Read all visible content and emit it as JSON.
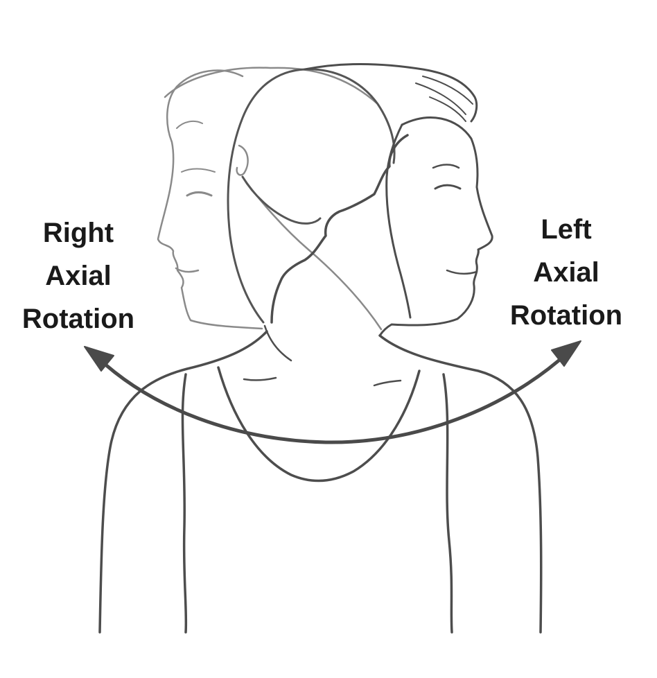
{
  "labels": {
    "right": [
      "Right",
      "Axial",
      "Rotation"
    ],
    "left": [
      "Left",
      "Axial",
      "Rotation"
    ]
  },
  "colors": {
    "dark_line": "#4d4d4d",
    "light_line": "#8a8a8a",
    "arrow": "#4a4a4a",
    "text": "#1a1a1a",
    "background": "#ffffff"
  },
  "illustration": {
    "subject": "neck-rotation-figure",
    "arrow_style": "double-headed-curved"
  }
}
